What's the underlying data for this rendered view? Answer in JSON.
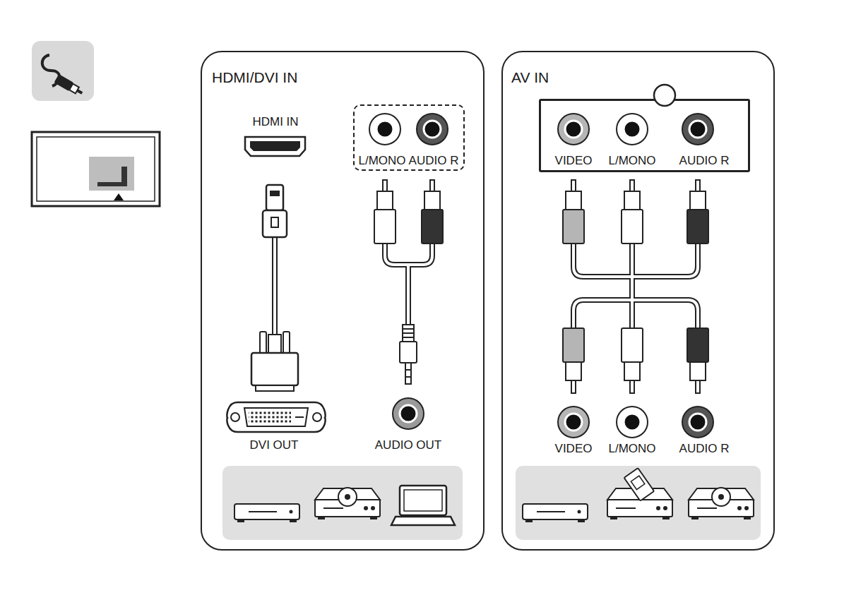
{
  "diagram": {
    "nodes": [
      {
        "text": [
          "HDMI/DVI IN"
        ]
      },
      {
        "text": [
          "L/MONO",
          "AUDIO R"
        ],
        "in": 0
      },
      {
        "text": [
          "AV IN"
        ]
      },
      {
        "text": [
          "VIDEO",
          "L/MONO",
          "AUDIO R"
        ],
        "in": 2
      }
    ],
    "labels": [
      "HDMI IN",
      "DVI OUT",
      "AUDIO OUT",
      "VIDEO",
      "L/MONO",
      "AUDIO R"
    ]
  }
}
